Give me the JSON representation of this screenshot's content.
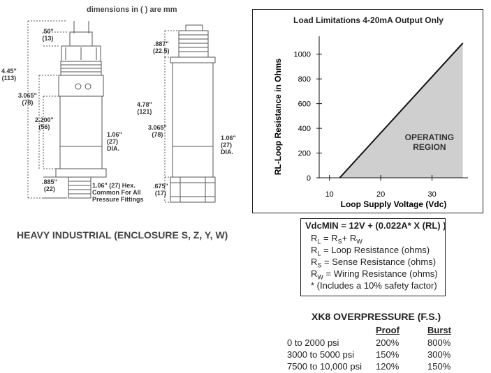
{
  "dimensions_note": "dimensions in ( ) are mm",
  "sensor_left": {
    "d1": ".50\"",
    "d1mm": "(13)",
    "d2": "4.45\"",
    "d2mm": "(113)",
    "d3": "3.065\"",
    "d3mm": "(78)",
    "d4": "2.200\"",
    "d4mm": "(56)",
    "d5": "1.06\"",
    "d5mm": "(27)",
    "d5dia": "DIA.",
    "d6": ".885\"",
    "d6mm": "(22)",
    "hex_note_1": "1.06\" (27) Hex.",
    "hex_note_2": "Common For All",
    "hex_note_3": "Pressure Fittings"
  },
  "sensor_right": {
    "d1": ".887\"",
    "d1mm": "(22.5)",
    "d2": "4.78\"",
    "d2mm": "(121)",
    "d3": "3.065\"",
    "d3mm": "(78)",
    "d5": "1.06\"",
    "d5mm": "(27)",
    "d5dia": "DIA.",
    "d6": ".675\"",
    "d6mm": "(17)"
  },
  "caption": "HEAVY INDUSTRIAL (ENCLOSURE S, Z, Y, W)",
  "chart_data": {
    "type": "area",
    "title": "Load Limitations 4-20mA Output Only",
    "xlabel": "Loop Supply Voltage (Vdc)",
    "ylabel": "RL-Loop Resistance in Ohms",
    "x_ticks": [
      10,
      20,
      30
    ],
    "y_ticks": [
      0,
      200,
      400,
      600,
      800,
      1000
    ],
    "xlim": [
      8,
      37
    ],
    "ylim": [
      0,
      1100
    ],
    "series": [
      {
        "x": [
          12,
          36
        ],
        "y": [
          0,
          1090
        ]
      }
    ],
    "region_label": [
      "OPERATING",
      "REGION"
    ],
    "fill_color": "#cfcfcf"
  },
  "formula": {
    "title": "VdcMIN = 12V + (0.022A* X (RL) )",
    "lines": [
      [
        "R",
        "L",
        " = R",
        "S",
        "+ R",
        "W"
      ],
      [
        "R",
        "L",
        " = Loop Resistance (ohms)"
      ],
      [
        "R",
        "S",
        " = Sense Resistance (ohms)"
      ],
      [
        "R",
        "W",
        " = Wiring Resistance (ohms)"
      ]
    ],
    "note": "* (Includes a 10% safety factor)"
  },
  "overpressure": {
    "title": "XK8 OVERPRESSURE (F.S.)",
    "headers": [
      "Proof",
      "Burst"
    ],
    "rows": [
      [
        "0 to 2000 psi",
        "200%",
        "800%"
      ],
      [
        "3000 to 5000 psi",
        "150%",
        "300%"
      ],
      [
        "7500 to 10,000 psi",
        "120%",
        "150%"
      ]
    ]
  }
}
